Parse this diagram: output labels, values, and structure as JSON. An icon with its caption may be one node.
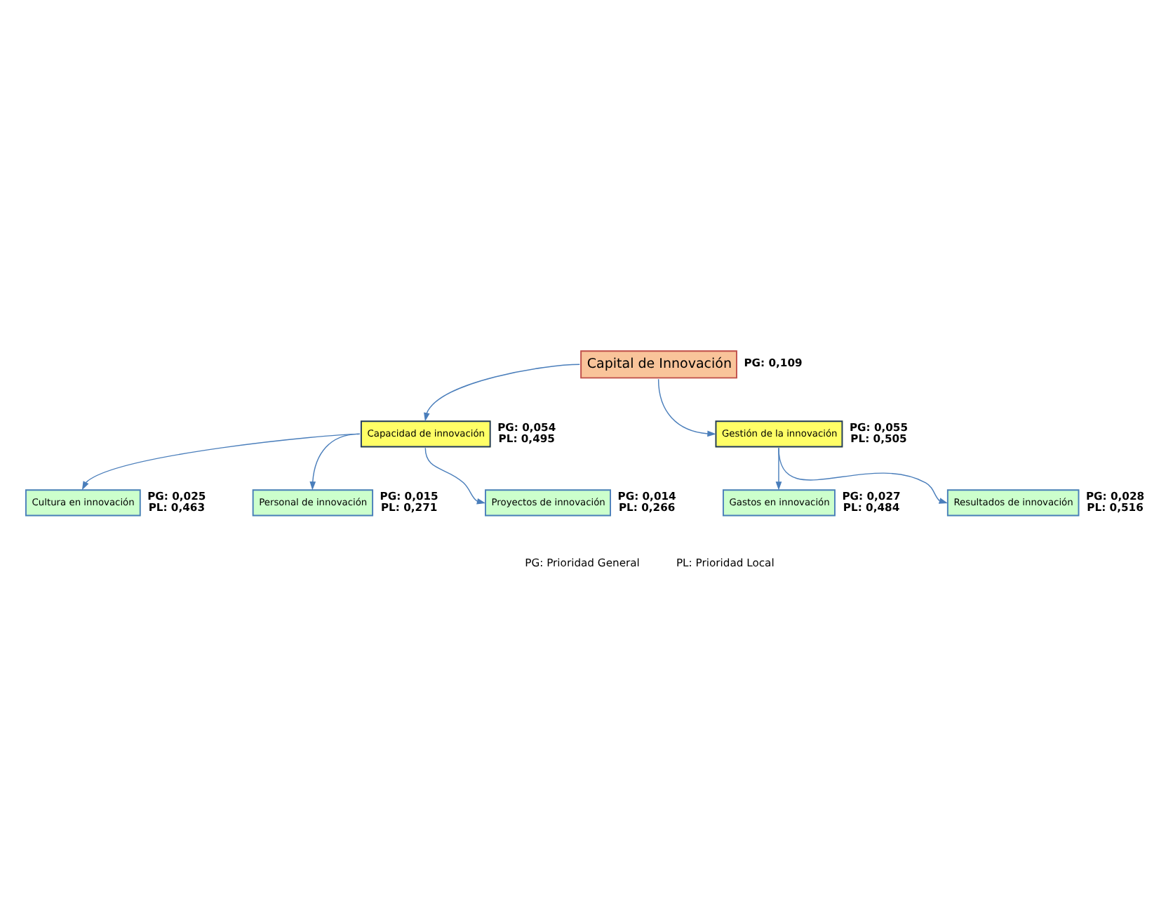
{
  "diagram": {
    "nodes": [
      {
        "text": [
          "Capital de Innovación"
        ],
        "beside": [
          "PG: 0,109"
        ]
      },
      {
        "text": [
          "Capacidad de innovación"
        ],
        "beside": [
          "PG: 0,054",
          "PL: 0,495"
        ]
      },
      {
        "text": [
          "Gestión de la innovación"
        ],
        "beside": [
          "PG: 0,055",
          "PL: 0,505"
        ]
      },
      {
        "text": [
          "Cultura en innovación"
        ],
        "beside": [
          "PG: 0,025",
          "PL: 0,463"
        ]
      },
      {
        "text": [
          "Personal de innovación"
        ],
        "beside": [
          "PG: 0,015",
          "PL: 0,271"
        ]
      },
      {
        "text": [
          "Proyectos de innovación"
        ],
        "beside": [
          "PG: 0,014",
          "PL: 0,266"
        ]
      },
      {
        "text": [
          "Gastos en innovación"
        ],
        "beside": [
          "PG: 0,027",
          "PL: 0,484"
        ]
      },
      {
        "text": [
          "Resultados de innovación"
        ],
        "beside": [
          "PG: 0,028",
          "PL: 0,516"
        ]
      }
    ],
    "edges": [
      {
        "from": 0,
        "to": 1,
        "arrow": "to"
      },
      {
        "from": 0,
        "to": 2,
        "arrow": "to"
      },
      {
        "from": 1,
        "to": 3,
        "arrow": "to"
      },
      {
        "from": 1,
        "to": 4,
        "arrow": "to"
      },
      {
        "from": 1,
        "to": 5,
        "arrow": "to"
      },
      {
        "from": 2,
        "to": 6,
        "arrow": "to"
      },
      {
        "from": 2,
        "to": 7,
        "arrow": "to"
      }
    ],
    "labels": [
      "PG: Prioridad General",
      "PL: Prioridad Local"
    ]
  }
}
